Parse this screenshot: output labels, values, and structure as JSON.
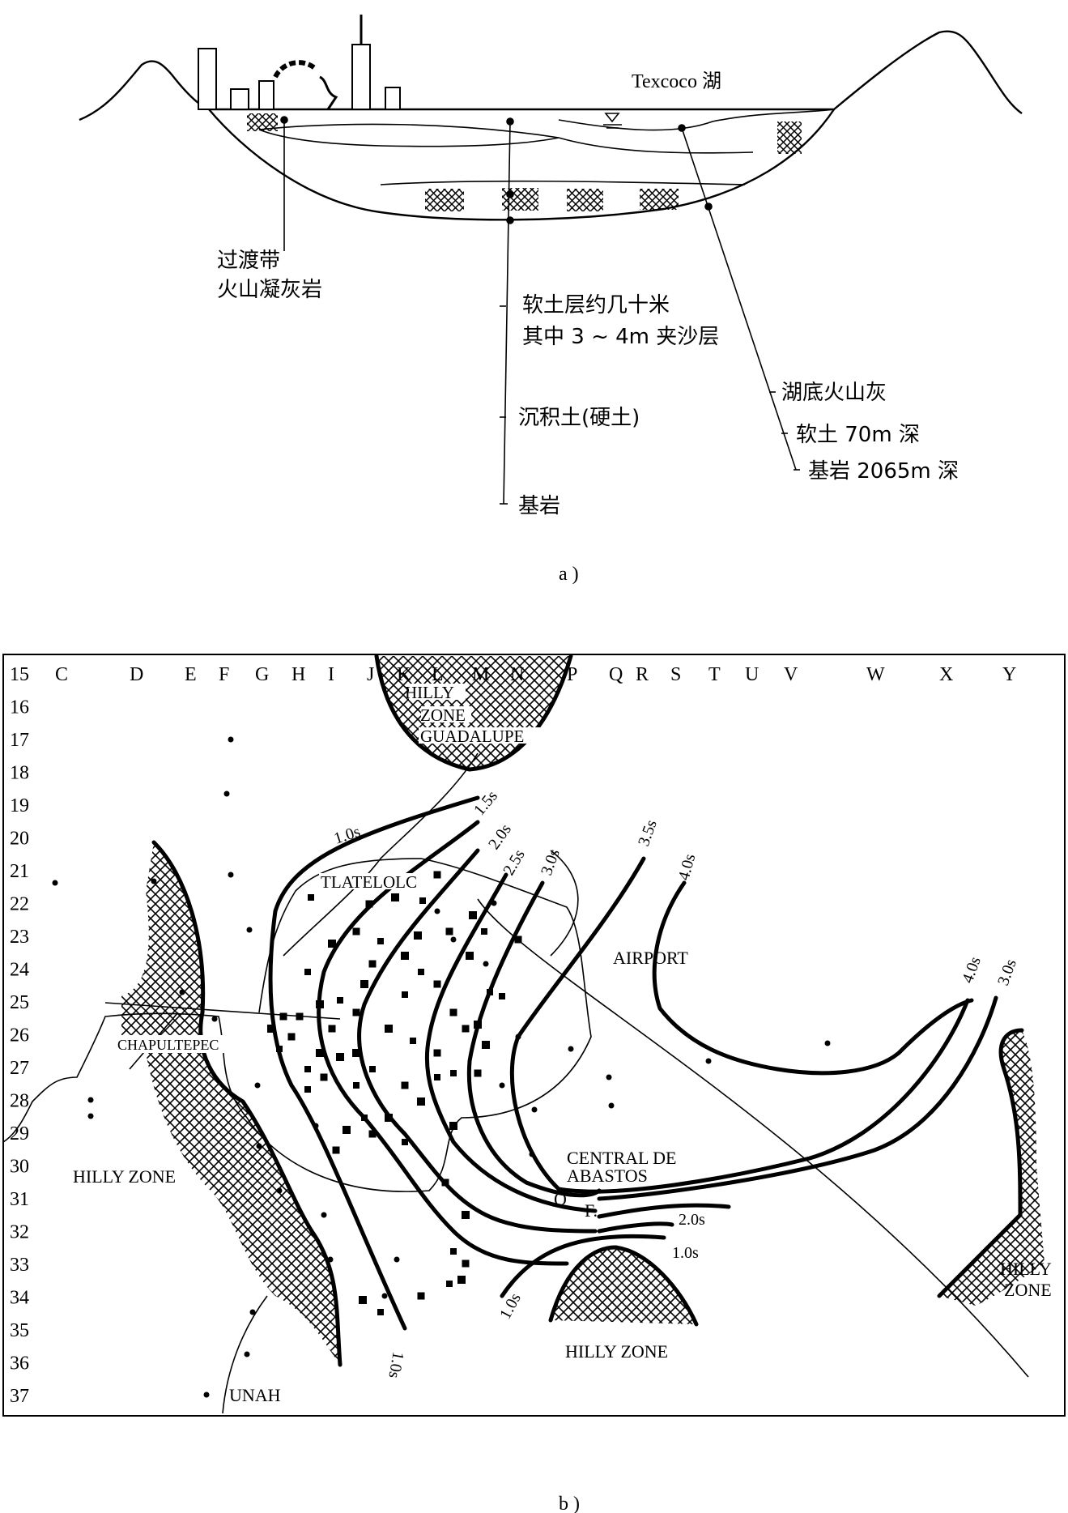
{
  "section_a": {
    "lake_label": "Texcoco 湖",
    "transition_label_1": "过渡带",
    "transition_label_2": "火山凝灰岩",
    "soft_layer_1": "软土层约几十米",
    "soft_layer_2": "其中 3 ~ 4m 夹沙层",
    "sediment": "沉积土(硬土)",
    "bedrock": "基岩",
    "lakebed_ash": "湖底火山灰",
    "soft_soil_70": "软土 70m 深",
    "bedrock_2065": "基岩 2065m 深",
    "caption": "a )"
  },
  "section_b": {
    "columns": [
      "C",
      "D",
      "E",
      "F",
      "G",
      "H",
      "I",
      "J",
      "K",
      "L",
      "M",
      "N",
      "P",
      "Q",
      "R",
      "S",
      "T",
      "U",
      "V",
      "W",
      "X",
      "Y"
    ],
    "rows": [
      "15",
      "16",
      "17",
      "18",
      "19",
      "20",
      "21",
      "22",
      "23",
      "24",
      "25",
      "26",
      "27",
      "28",
      "29",
      "30",
      "31",
      "32",
      "33",
      "34",
      "35",
      "36",
      "37"
    ],
    "places": {
      "hilly_zone_top_1": "HILLY",
      "hilly_zone_top_2": "ZONE",
      "guadalupe": "GUADALUPE",
      "tlatelolc": "TLATELOLC",
      "airport": "AIRPORT",
      "chapultepec": "CHAPULTEPEC",
      "hilly_zone_left": "HILLY  ZONE",
      "central_1": "CENTRAL  DE",
      "central_2": "ABASTOS",
      "of_o": "O",
      "of_f": "F.",
      "hilly_zone_bottom": "HILLY  ZONE",
      "hilly_zone_right_1": "HILLY",
      "hilly_zone_right_2": "ZONE",
      "unah": "UNAH"
    },
    "contours": {
      "c10_top": "1.0s",
      "c15": "1.5s",
      "c20": "2.0s",
      "c25": "2.5s",
      "c30": "3.0s",
      "c35": "3.5s",
      "c40": "4.0s",
      "c40_right": "4.0s",
      "c30_right": "3.0s",
      "c20_low": "2.0s",
      "c10_low": "1.0s",
      "c10_bottom": "1.0s",
      "c10_rot": "1.0s"
    },
    "caption": "b )"
  }
}
